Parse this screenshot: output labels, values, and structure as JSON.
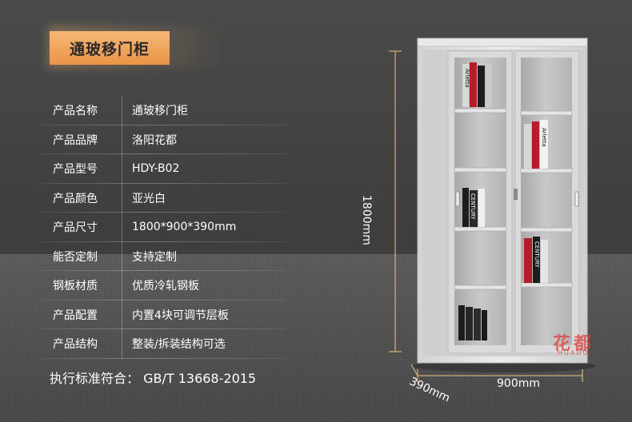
{
  "title": "通玻移门柜",
  "specs": [
    {
      "label": "产品名称",
      "value": "通玻移门柜"
    },
    {
      "label": "产品品牌",
      "value": "洛阳花都"
    },
    {
      "label": "产品型号",
      "value": "HDY-B02"
    },
    {
      "label": "产品颜色",
      "value": "亚光白"
    },
    {
      "label": "产品尺寸",
      "value": "1800*900*390mm"
    },
    {
      "label": "能否定制",
      "value": "支持定制"
    },
    {
      "label": "钢板材质",
      "value": "优质冷轧钢板"
    },
    {
      "label": "产品配置",
      "value": "内置4块可调节层板"
    },
    {
      "label": "产品结构",
      "value": "整装/拆装结构可选"
    }
  ],
  "standard": "执行标准符合： GB/T 13668-2015",
  "dimensions": {
    "height": "1800mm",
    "width": "900mm",
    "depth": "390mm"
  },
  "book_labels": [
    "Arletta",
    "CENTURY"
  ],
  "logo": {
    "main": "花都",
    "sub": "HUADU"
  },
  "colors": {
    "accent": "#e99447",
    "logo_red": "#d9413b",
    "cabinet": "#e6e6e6"
  }
}
